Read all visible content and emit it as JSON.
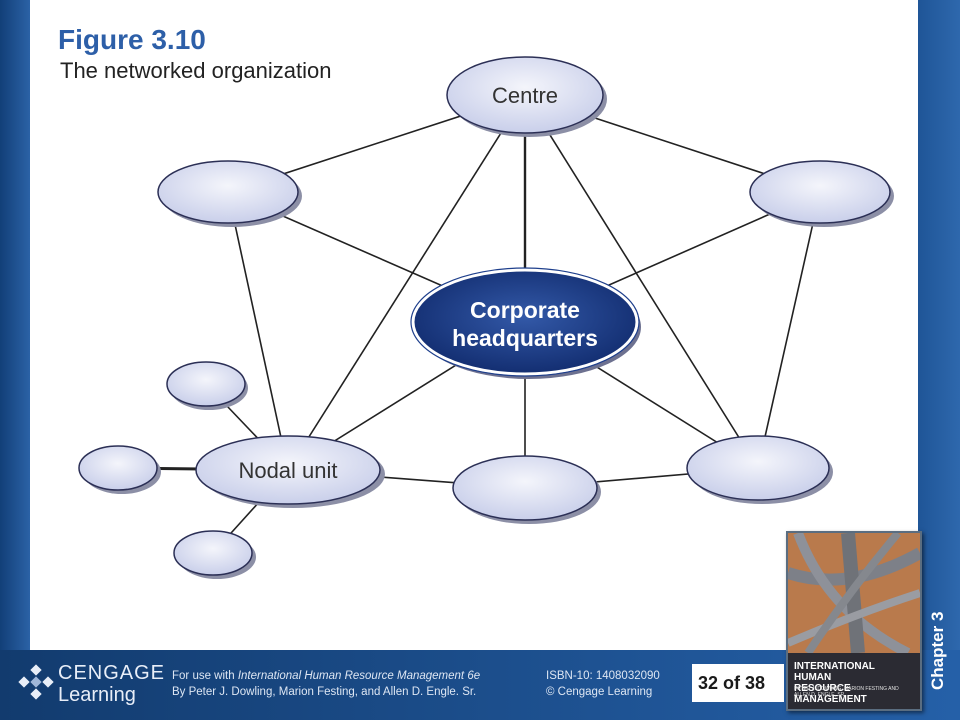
{
  "slide": {
    "figure_number": "Figure 3.10",
    "figure_title": "The networked organization"
  },
  "diagram": {
    "nodes": {
      "centre": "Centre",
      "hq_line1": "Corporate",
      "hq_line2": "headquarters",
      "nodal_unit": "Nodal unit"
    },
    "colors": {
      "node_fill": "#dfe3f3",
      "hq_fill": "#1e3f8c",
      "edge": "#222222"
    }
  },
  "footer": {
    "publisher_word1": "CENGAGE",
    "publisher_word2": "Learning",
    "credit_prefix": "For use with ",
    "credit_book": "International Human Resource Management 6e",
    "credit_authors": "By Peter J. Dowling, Marion Festing, and Allen D. Engle. Sr.",
    "isbn": "ISBN-10: 1408032090",
    "copyright": "© Cengage Learning",
    "page": "32 of 38",
    "chapter": "Chapter 3"
  },
  "book_cover": {
    "title_line1": "INTERNATIONAL HUMAN",
    "title_line2": "RESOURCE MANAGEMENT",
    "authors": "PETER J. DOWLING, MARION FESTING AND ALLEN D. ENGLE, SR."
  }
}
